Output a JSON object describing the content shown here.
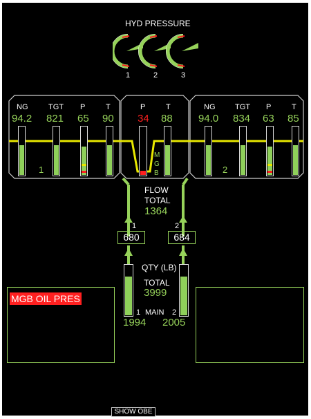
{
  "hyd": {
    "title": "HYD PRESSURE",
    "gauges": [
      {
        "label": "1",
        "level": 0.6
      },
      {
        "label": "2",
        "level": 0.6
      },
      {
        "label": "3",
        "level": 0.6
      }
    ]
  },
  "engine1": {
    "labels": {
      "ng": "NG",
      "tgt": "TGT",
      "p": "P",
      "t": "T"
    },
    "values": {
      "ng": "94.2",
      "tgt": "821",
      "p": "65",
      "t": "90"
    },
    "number": "1",
    "fill": {
      "ng": 0.63,
      "tgt": 0.63,
      "p": 0.6,
      "t": 0.63
    }
  },
  "mgb": {
    "labels": {
      "p": "P",
      "t": "T"
    },
    "values": {
      "p": "34",
      "t": "88"
    },
    "vertical_label": [
      "M",
      "G",
      "B"
    ],
    "fill": {
      "p": 0.08,
      "t": 0.63
    }
  },
  "engine2": {
    "labels": {
      "ng": "NG",
      "tgt": "TGT",
      "p": "P",
      "t": "T"
    },
    "values": {
      "ng": "94.0",
      "tgt": "834",
      "p": "63",
      "t": "85"
    },
    "number": "2",
    "fill": {
      "ng": 0.63,
      "tgt": 0.63,
      "p": 0.6,
      "t": 0.63
    }
  },
  "flow": {
    "label1": "FLOW",
    "label2": "TOTAL",
    "total": "1364",
    "eng1_label": "1",
    "eng1": "680",
    "eng2_label": "2",
    "eng2": "684"
  },
  "qty": {
    "title": "QTY (LB)",
    "total_label": "TOTAL",
    "total": "3999",
    "tank1_label": "1",
    "main_label": "MAIN",
    "tank2_label": "2",
    "tank1": "1994",
    "tank2": "2005",
    "fill1": 0.78,
    "fill2": 0.78
  },
  "caution": {
    "text": "MGB OIL PRES"
  },
  "button": {
    "label": "SHOW OBE"
  },
  "colors": {
    "green": "#96d25a",
    "yellow": "#e8e800",
    "red": "#ff2020",
    "background": "#000000"
  }
}
